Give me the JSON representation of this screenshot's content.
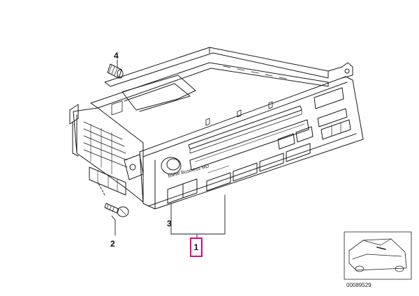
{
  "callouts": {
    "part1": "1",
    "part2": "2",
    "part3": "3",
    "part4": "4"
  },
  "device_label": "BMW Business MD",
  "reference_code": "00089529",
  "colors": {
    "line": "#1a1a1a",
    "highlight": "#e6007e",
    "background": "#ffffff"
  }
}
